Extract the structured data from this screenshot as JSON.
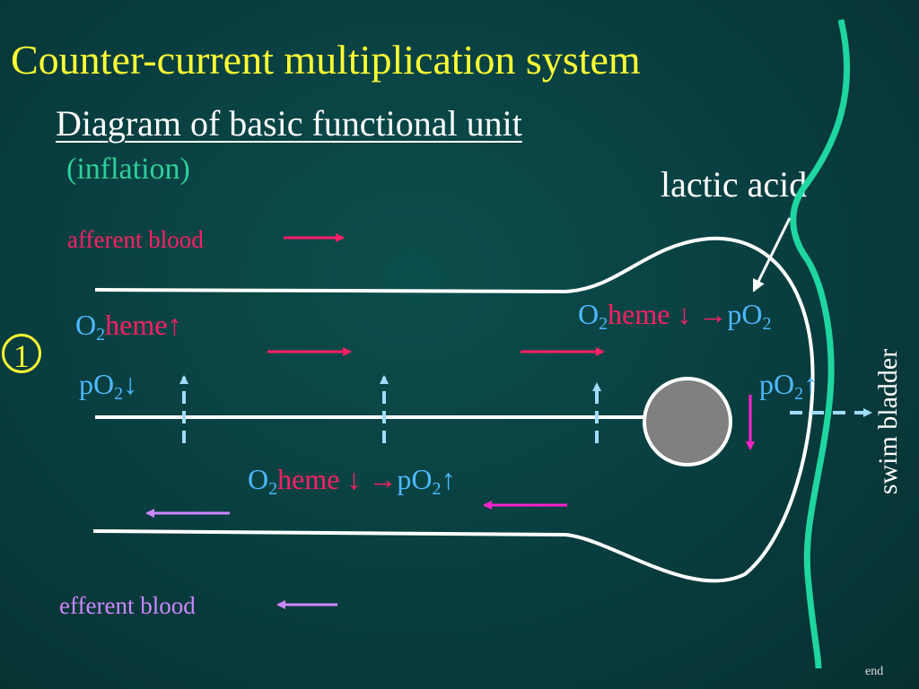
{
  "slide": {
    "title": "Counter-current multiplication system",
    "subtitle": "Diagram of basic functional unit",
    "mode": "(inflation)",
    "unit_number": "1",
    "end_label": "end"
  },
  "labels": {
    "lactic_acid": "lactic acid",
    "afferent_blood": "afferent blood",
    "efferent_blood": "efferent blood",
    "swim_bladder": "swim bladder",
    "o2": "O",
    "sub2": "2",
    "heme": "heme",
    "po": "pO",
    "up_arrow": "↑",
    "down_arrow": "↓",
    "right_arrow": "→",
    "upper_left_heme": "heme↑",
    "upper_left_po2": "↓",
    "upper_right_heme": "heme ↓ →",
    "lower_heme": "heme ↓ →",
    "right_po2": "↑"
  },
  "colors": {
    "title": "#ffff33",
    "inflation": "#2ecf9a",
    "afferent": "#ff1f66",
    "efferent": "#cc88ff",
    "po2_blue": "#4db8ff",
    "bladder_wall": "#1fd6a0",
    "gland_cell": "#808080"
  }
}
